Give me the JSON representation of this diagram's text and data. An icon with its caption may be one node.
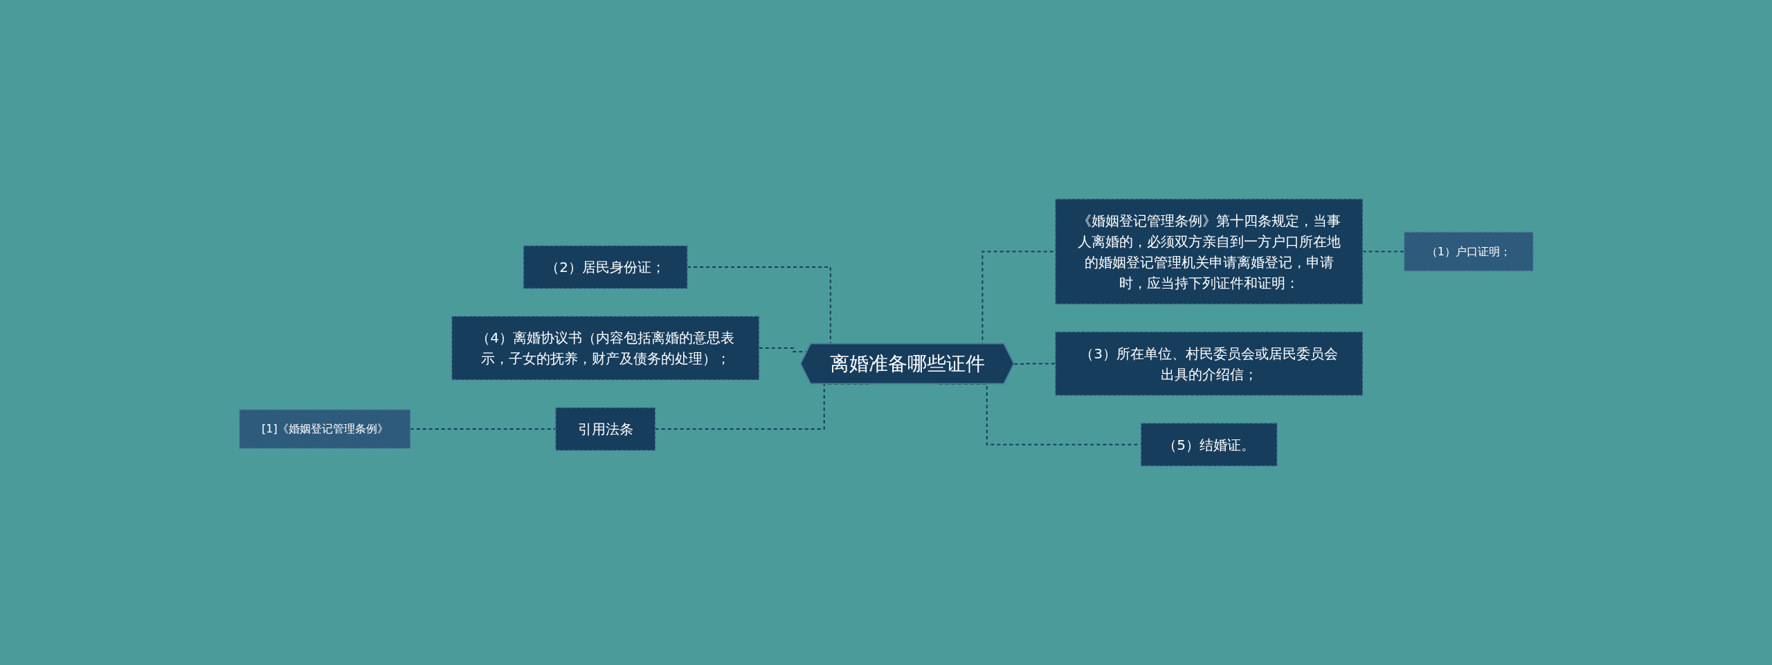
{
  "diagram": {
    "nodes": [
      {
        "text": [
          "离婚准备哪些证件"
        ]
      },
      {
        "text": [
          "（2）居民身份证；"
        ]
      },
      {
        "text": [
          "（4）离婚协议书（内容包括离婚的意思表示，子女的抚养，财产及债务的处理）；"
        ]
      },
      {
        "text": [
          "引用法条"
        ]
      },
      {
        "text": [
          "[1]《婚姻登记管理条例》"
        ]
      },
      {
        "text": [
          "《婚姻登记管理条例》第十四条规定，当事人离婚的，必须双方亲自到一方户口所在地的婚姻登记管理机关申请离婚登记，申请时，应当持下列证件和证明："
        ]
      },
      {
        "text": [
          "（1）户口证明；"
        ]
      },
      {
        "text": [
          "（3）所在单位、村民委员会或居民委员会出具的介绍信；"
        ]
      },
      {
        "text": [
          "（5）结婚证。"
        ]
      }
    ],
    "edges": [
      {
        "from": 1,
        "to": 0,
        "arrow": "none",
        "style": "dashed"
      },
      {
        "from": 2,
        "to": 0,
        "arrow": "none",
        "style": "dashed"
      },
      {
        "from": 4,
        "to": 3,
        "arrow": "none",
        "style": "dashed"
      },
      {
        "from": 3,
        "to": 0,
        "arrow": "none",
        "style": "dashed"
      },
      {
        "from": 0,
        "to": 5,
        "arrow": "none",
        "style": "dashed"
      },
      {
        "from": 5,
        "to": 6,
        "arrow": "none",
        "style": "dashed"
      },
      {
        "from": 0,
        "to": 7,
        "arrow": "none",
        "style": "dashed"
      },
      {
        "from": 0,
        "to": 8,
        "arrow": "none",
        "style": "dashed"
      }
    ]
  }
}
